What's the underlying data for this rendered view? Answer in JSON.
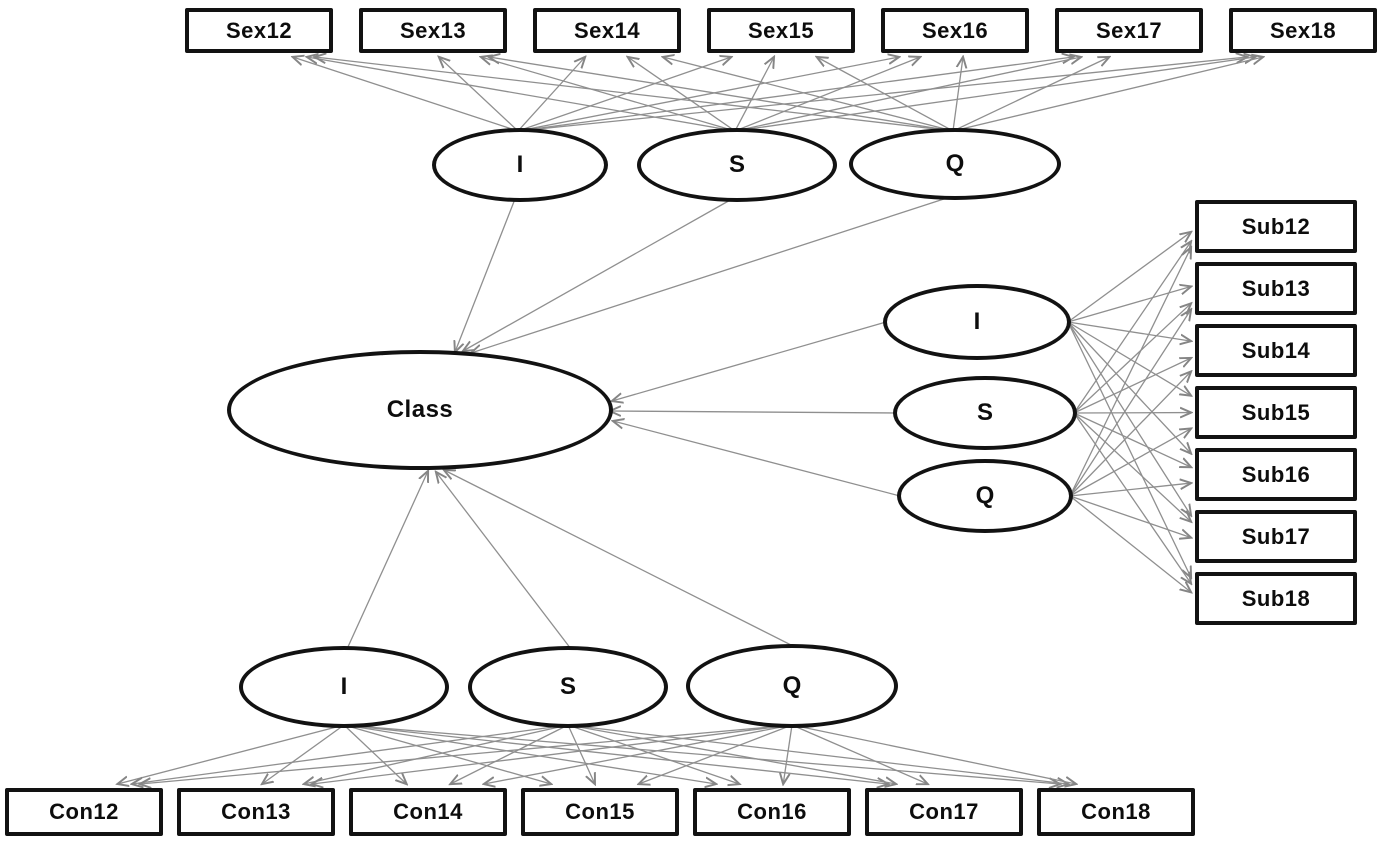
{
  "diagram": {
    "colors": {
      "background": "#ffffff",
      "node_border": "#121212",
      "node_fill": "#ffffff",
      "arrow": "#8f8f8f",
      "text": "#0d0d0d"
    },
    "center_node": {
      "id": "Class",
      "label": "Class"
    },
    "groups": [
      {
        "id": "sex",
        "indicators": [
          "Sex12",
          "Sex13",
          "Sex14",
          "Sex15",
          "Sex16",
          "Sex17",
          "Sex18"
        ],
        "factors": [
          {
            "id": "sexI",
            "label": "I"
          },
          {
            "id": "sexS",
            "label": "S"
          },
          {
            "id": "sexQ",
            "label": "Q"
          }
        ]
      },
      {
        "id": "sub",
        "indicators": [
          "Sub12",
          "Sub13",
          "Sub14",
          "Sub15",
          "Sub16",
          "Sub17",
          "Sub18"
        ],
        "factors": [
          {
            "id": "subI",
            "label": "I"
          },
          {
            "id": "subS",
            "label": "S"
          },
          {
            "id": "subQ",
            "label": "Q"
          }
        ]
      },
      {
        "id": "con",
        "indicators": [
          "Con12",
          "Con13",
          "Con14",
          "Con15",
          "Con16",
          "Con17",
          "Con18"
        ],
        "factors": [
          {
            "id": "conI",
            "label": "I"
          },
          {
            "id": "conS",
            "label": "S"
          },
          {
            "id": "conQ",
            "label": "Q"
          }
        ]
      }
    ],
    "edges": [
      {
        "from": "sexI",
        "to": [
          "Sex12",
          "Sex13",
          "Sex14",
          "Sex15",
          "Sex16",
          "Sex17",
          "Sex18",
          "Class"
        ]
      },
      {
        "from": "sexS",
        "to": [
          "Sex12",
          "Sex13",
          "Sex14",
          "Sex15",
          "Sex16",
          "Sex17",
          "Sex18",
          "Class"
        ]
      },
      {
        "from": "sexQ",
        "to": [
          "Sex12",
          "Sex13",
          "Sex14",
          "Sex15",
          "Sex16",
          "Sex17",
          "Sex18",
          "Class"
        ]
      },
      {
        "from": "subI",
        "to": [
          "Sub12",
          "Sub13",
          "Sub14",
          "Sub15",
          "Sub16",
          "Sub17",
          "Sub18",
          "Class"
        ]
      },
      {
        "from": "subS",
        "to": [
          "Sub12",
          "Sub13",
          "Sub14",
          "Sub15",
          "Sub16",
          "Sub17",
          "Sub18",
          "Class"
        ]
      },
      {
        "from": "subQ",
        "to": [
          "Sub12",
          "Sub13",
          "Sub14",
          "Sub15",
          "Sub16",
          "Sub17",
          "Sub18",
          "Class"
        ]
      },
      {
        "from": "conI",
        "to": [
          "Con12",
          "Con13",
          "Con14",
          "Con15",
          "Con16",
          "Con17",
          "Con18",
          "Class"
        ]
      },
      {
        "from": "conS",
        "to": [
          "Con12",
          "Con13",
          "Con14",
          "Con15",
          "Con16",
          "Con17",
          "Con18",
          "Class"
        ]
      },
      {
        "from": "conQ",
        "to": [
          "Con12",
          "Con13",
          "Con14",
          "Con15",
          "Con16",
          "Con17",
          "Con18",
          "Class"
        ]
      }
    ]
  }
}
